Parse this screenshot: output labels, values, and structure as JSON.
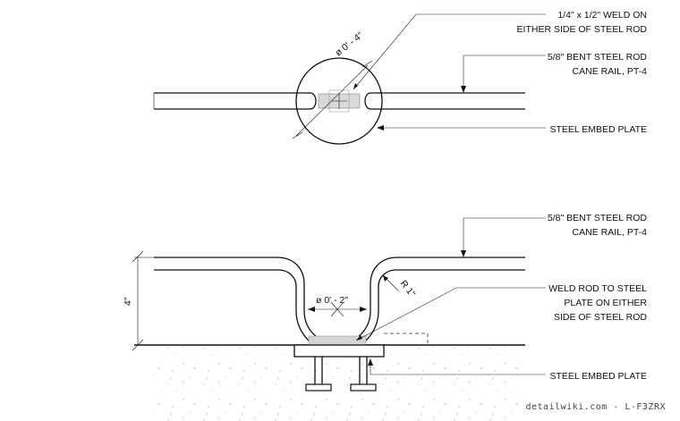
{
  "top_detail": {
    "weld_note": [
      "1/4\" x 1/2\" WELD ON",
      "EITHER SIDE OF STEEL ROD"
    ],
    "rod_note": [
      "5/8\" BENT STEEL ROD",
      "CANE RAIL, PT-4"
    ],
    "plate_note": "STEEL EMBED PLATE",
    "diameter_dim": "ø 0' - 4\""
  },
  "bottom_detail": {
    "rod_note": [
      "5/8\" BENT STEEL ROD",
      "CANE RAIL, PT-4"
    ],
    "weld_note": [
      "WELD ROD TO STEEL",
      "PLATE ON EITHER",
      "SIDE OF STEEL ROD"
    ],
    "plate_note": "STEEL EMBED PLATE",
    "diameter_dim": "ø 0' - 2\"",
    "radius_dim": "R 1\"",
    "height_dim": "4\""
  },
  "watermark": "detailwiki.com - L-F3ZRX"
}
